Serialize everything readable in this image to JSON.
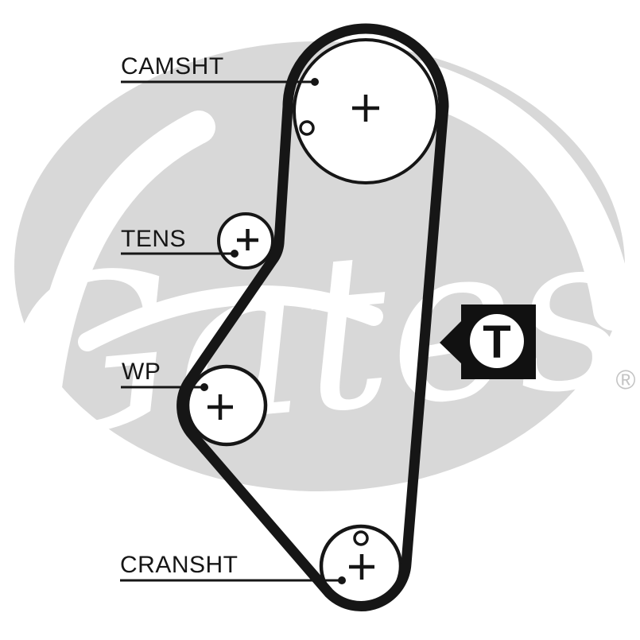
{
  "diagram": {
    "description": "Timing belt routing diagram",
    "watermark": {
      "brand": "Gates",
      "registered": "®"
    },
    "timing_mark": {
      "label": "T"
    },
    "pulleys": [
      {
        "id": "camshaft",
        "label": "CAMSHT",
        "center_marker": "+",
        "alignment_hole": "o"
      },
      {
        "id": "tensioner",
        "label": "TENS",
        "center_marker": "+"
      },
      {
        "id": "water-pump",
        "label": "WP",
        "center_marker": "+"
      },
      {
        "id": "crankshaft",
        "label": "CRANSHT",
        "center_marker": "+",
        "alignment_hole": "o"
      }
    ],
    "colors": {
      "ink": "#161616",
      "background": "#ffffff",
      "watermark_fill": "#d8d8d8",
      "watermark_script": "#ffffff",
      "registered_gray": "#c4c4c4",
      "badge_fill": "#111111",
      "badge_circle": "#ffffff"
    }
  }
}
